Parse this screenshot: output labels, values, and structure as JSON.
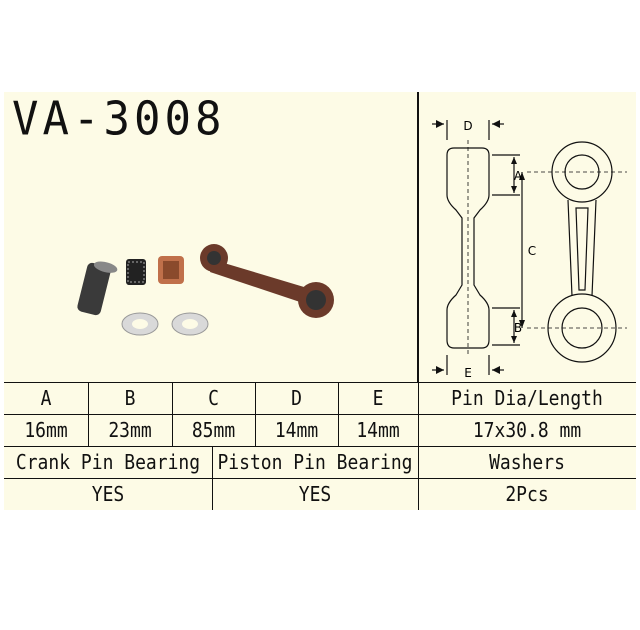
{
  "title": "VA-3008",
  "diagram": {
    "labels": {
      "a": "A",
      "b": "B",
      "c": "C",
      "d": "D",
      "e": "E"
    }
  },
  "table": {
    "dimension_headers": [
      "A",
      "B",
      "C",
      "D",
      "E"
    ],
    "dimension_values": [
      "16mm",
      "23mm",
      "85mm",
      "14mm",
      "14mm"
    ],
    "pin_header": "Pin Dia/Length",
    "pin_value": "17x30.8 mm",
    "bearing_headers": [
      "Crank Pin Bearing",
      "Piston Pin Bearing",
      "Washers"
    ],
    "bearing_values": [
      "YES",
      "YES",
      "2Pcs"
    ]
  },
  "colors": {
    "background": "#fdfbe6",
    "rod": "#6b3a2a",
    "bearing_copper": "#c0704a",
    "washer": "#d9d9d9"
  }
}
